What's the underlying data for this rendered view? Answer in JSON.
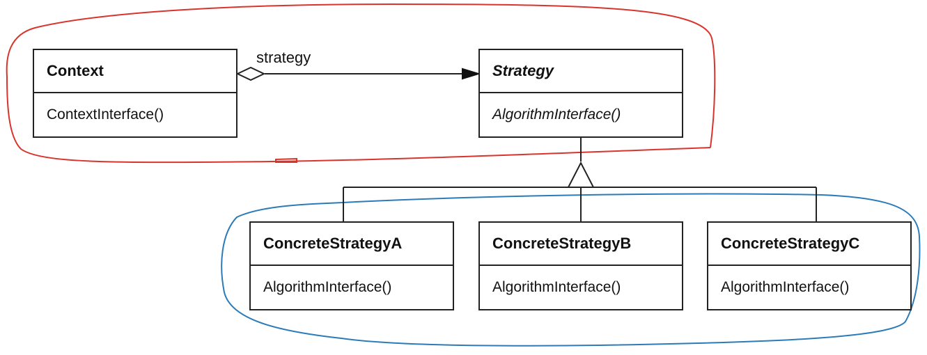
{
  "colors": {
    "context_group_outline": "#d9342b",
    "strategy_family_outline": "#2b7bb9",
    "uml_line": "#222222"
  },
  "association": {
    "role": "strategy"
  },
  "classes": {
    "context": {
      "name": "Context",
      "operation": "ContextInterface()"
    },
    "strategy": {
      "name": "Strategy",
      "operation": "AlgorithmInterface()"
    },
    "concrete_a": {
      "name": "ConcreteStrategyA",
      "operation": "AlgorithmInterface()"
    },
    "concrete_b": {
      "name": "ConcreteStrategyB",
      "operation": "AlgorithmInterface()"
    },
    "concrete_c": {
      "name": "ConcreteStrategyC",
      "operation": "AlgorithmInterface()"
    }
  }
}
